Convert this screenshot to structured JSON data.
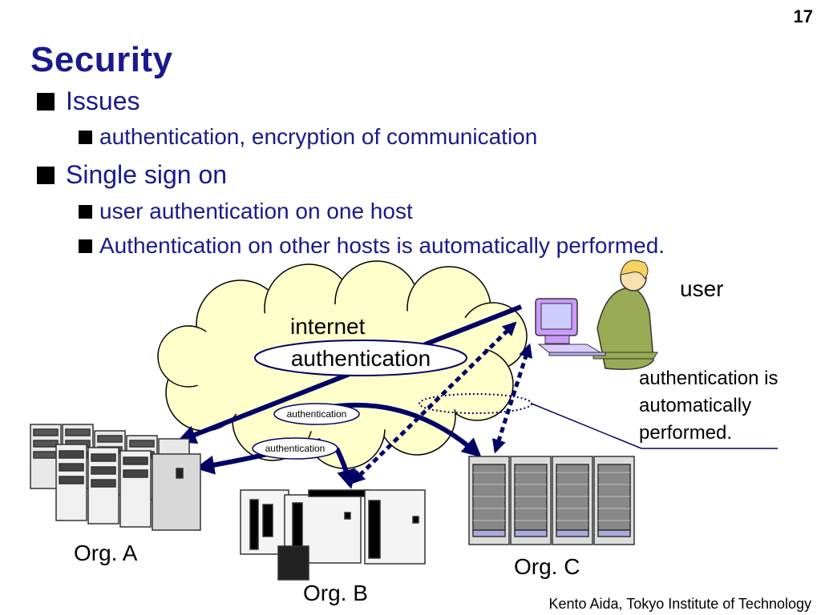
{
  "slide": {
    "number": "17",
    "title": "Security",
    "bullets": [
      {
        "text": "Issues",
        "sub": [
          "authentication, encryption of communication"
        ]
      },
      {
        "text": "Single sign on",
        "sub": [
          "user authentication on one host",
          "Authentication on other hosts is automatically performed."
        ]
      }
    ],
    "footer": "Kento Aida, Tokyo Institute of Technology"
  },
  "diagram": {
    "cloud_label": "internet",
    "center_auth_label": "authentication",
    "small_auth_labels": [
      "authentication",
      "authentication"
    ],
    "user_label": "user",
    "callout_lines": [
      "authentication is",
      "automatically",
      "performed."
    ],
    "orgs": [
      "Org. A",
      "Org. B",
      "Org. C"
    ]
  },
  "colors": {
    "title": "#1a1a8c",
    "arrow": "#000066",
    "cloud": "#ffffcc"
  }
}
